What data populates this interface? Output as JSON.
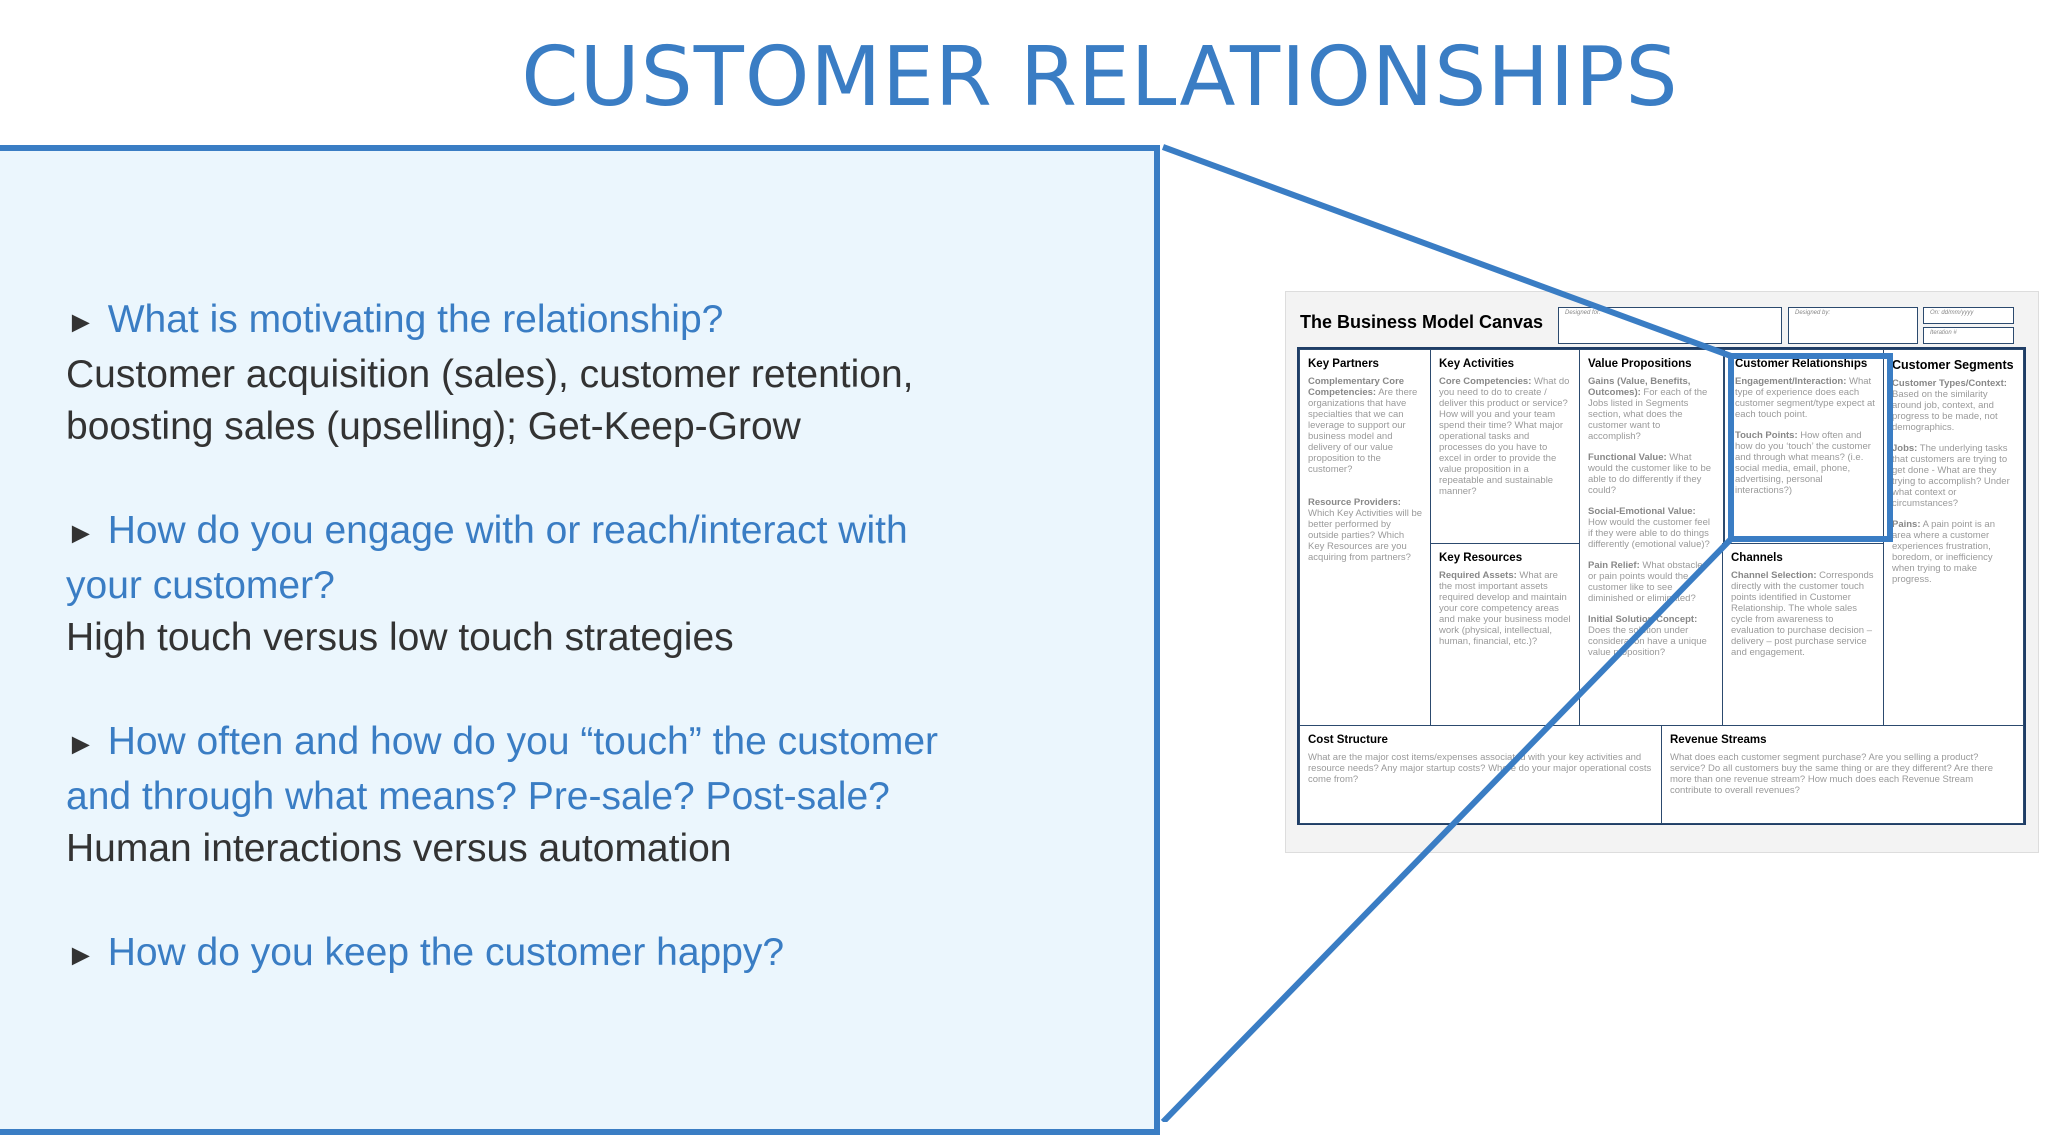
{
  "title": "CUSTOMER RELATIONSHIPS",
  "questions": [
    {
      "q": "What is motivating the relationship?",
      "a": [
        "Customer acquisition (sales), customer retention,",
        "boosting sales (upselling); Get-Keep-Grow"
      ]
    },
    {
      "q": [
        "How do you engage with or reach/interact with",
        "your customer?"
      ],
      "a": [
        "High touch versus low touch strategies"
      ]
    },
    {
      "q": [
        "How often and how do you “touch” the customer",
        "and through what means? Pre-sale? Post-sale?"
      ],
      "a": [
        "Human interactions versus automation"
      ]
    },
    {
      "q": "How do you keep the customer happy?"
    }
  ],
  "bullet": "►",
  "canvas": {
    "title": "The Business Model Canvas",
    "designed_for": "Designed for:",
    "designed_by": "Designed by:",
    "on": "On:      dd/mm/yyyy",
    "iteration": "Iteration #",
    "key_partners": {
      "title": "Key Partners",
      "b1": "Complementary Core Competencies:",
      "t1": " Are there organizations that have specialties that we can leverage to support our business model and delivery of our value proposition to the customer?",
      "b2": "Resource Providers:",
      "t2": " Which Key Activities will be better performed by outside parties? Which Key Resources are you acquiring from partners?"
    },
    "key_activities": {
      "title": "Key Activities",
      "b1": "Core Competencies:",
      "t1": " What do you need to do to create / deliver this product or service? How will you and your team spend their time? What major operational tasks and processes do you have to excel in order to provide the value proposition in a repeatable and sustainable manner?"
    },
    "key_resources": {
      "title": "Key Resources",
      "b1": "Required Assets:",
      "t1": " What are the most important assets required develop and maintain your core competency areas and make your business model work (physical, intellectual, human, financial, etc.)?"
    },
    "value_propositions": {
      "title": "Value Propositions",
      "b1": "Gains (Value, Benefits, Outcomes):",
      "t1": " For each of the Jobs listed in Segments section, what does the customer want to accomplish?",
      "b2": "Functional Value:",
      "t2": " What would the customer like to be able to do differently if they could?",
      "b3": "Social-Emotional Value:",
      "t3": " How would the customer feel if they were able to do things differently (emotional value)?",
      "b4": "Pain Relief:",
      "t4": " What obstacles or pain points would the customer like to see diminished or eliminated?",
      "b5": "Initial Solution Concept:",
      "t5": " Does the solution under consideration have a unique value proposition?"
    },
    "customer_relationships": {
      "title": "Customer Relationships",
      "b1": "Engagement/Interaction:",
      "t1": " What type of experience does each customer segment/type  expect at each touch point.",
      "b2": "Touch Points:",
      "t2": " How often and how do you ‘touch’ the customer and through what means? (i.e. social media, email, phone, advertising, personal interactions?)"
    },
    "channels": {
      "title": "Channels",
      "b1": "Channel Selection:",
      "t1": " Corresponds directly with the customer touch points identified in Customer Relationship. The whole sales cycle from awareness to evaluation to purchase decision – delivery – post purchase service and engagement."
    },
    "customer_segments": {
      "title": "Customer Segments",
      "b1": "Customer Types/Context:",
      "t1": " Based on the similarity around job, context, and progress to be made, not demographics.",
      "b2": "Jobs:",
      "t2": " The underlying tasks that customers are trying to get done - What are they trying to accomplish? Under what context or circumstances?",
      "b3": "Pains:",
      "t3": " A pain point is an area where a customer experiences frustration, boredom, or inefficiency when trying to make progress."
    },
    "cost_structure": {
      "title": "Cost Structure",
      "t1": "What are the major cost items/expenses associated with your key activities and resource needs? Any major startup costs? Where do your major operational costs come from?"
    },
    "revenue_streams": {
      "title": "Revenue Streams",
      "t1": "What does each customer segment purchase? Are you selling a product? service? Do all customers buy the same thing or are they different? Are there more than one revenue stream? How much does each Revenue Stream contribute to overall revenues?"
    }
  },
  "colors": {
    "accent": "#3a7dc4",
    "panel": "#ebf6fd",
    "text": "#333333",
    "canvas_border": "#1f3d66"
  }
}
